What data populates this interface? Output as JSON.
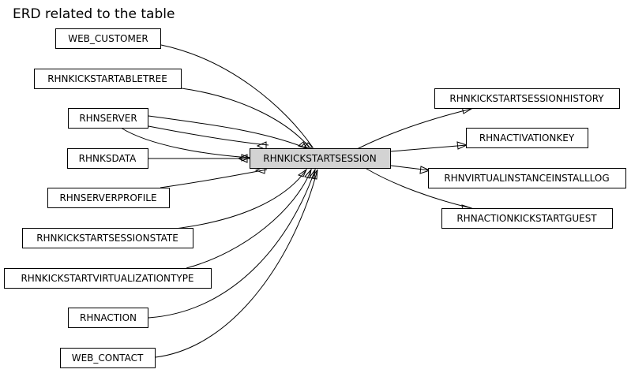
{
  "title": "ERD related to the table",
  "center": {
    "label": "RHNKICKSTARTSESSION"
  },
  "parents": [
    {
      "id": "web_customer",
      "label": "WEB_CUSTOMER"
    },
    {
      "id": "rhnkickstartabletree",
      "label": "RHNKICKSTARTABLETREE"
    },
    {
      "id": "rhnserver",
      "label": "RHNSERVER"
    },
    {
      "id": "rhnksdata",
      "label": "RHNKSDATA"
    },
    {
      "id": "rhnserverprofile",
      "label": "RHNSERVERPROFILE"
    },
    {
      "id": "rhnkickstartsessionstate",
      "label": "RHNKICKSTARTSESSIONSTATE"
    },
    {
      "id": "rhnkickstartvirtualizationtype",
      "label": "RHNKICKSTARTVIRTUALIZATIONTYPE"
    },
    {
      "id": "rhnaction",
      "label": "RHNACTION"
    },
    {
      "id": "web_contact",
      "label": "WEB_CONTACT"
    }
  ],
  "children": [
    {
      "id": "rhnkickstartsessionhistory",
      "label": "RHNKICKSTARTSESSIONHISTORY"
    },
    {
      "id": "rhnactivationkey",
      "label": "RHNACTIVATIONKEY"
    },
    {
      "id": "rhnvirtualinstanceinstalllog",
      "label": "RHNVIRTUALINSTANCEINSTALLLOG"
    },
    {
      "id": "rhnactionkickstartguest",
      "label": "RHNACTIONKICKSTARTGUEST"
    }
  ],
  "colors": {
    "center_fill": "#d3d3d3",
    "node_fill": "#ffffff",
    "stroke": "#000000"
  }
}
